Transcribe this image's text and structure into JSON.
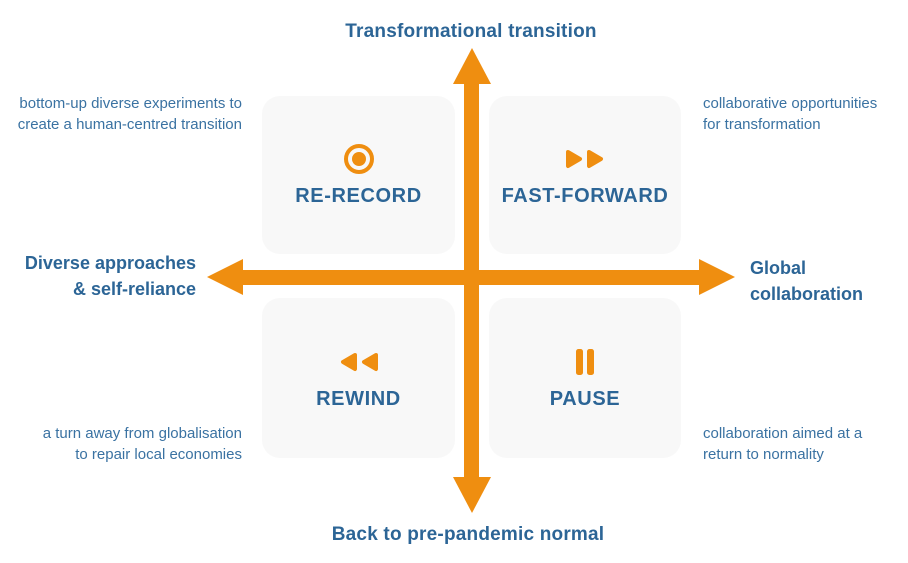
{
  "colors": {
    "orange": "#EF8E10",
    "blue": "#2C6596",
    "blue_light": "#3A72A2",
    "card_bg": "#F8F8F8"
  },
  "axes": {
    "top_label": "Transformational transition",
    "bottom_label": "Back to pre-pandemic normal",
    "left_label_line1": "Diverse approaches",
    "left_label_line2": "& self-reliance",
    "right_label_line1": "Global",
    "right_label_line2": "collaboration"
  },
  "quadrants": {
    "top_left": {
      "label": "RE-RECORD",
      "icon": "record-icon",
      "desc_line1": "bottom-up diverse experiments to",
      "desc_line2": "create a human-centred transition"
    },
    "top_right": {
      "label": "FAST-FORWARD",
      "icon": "fast-forward-icon",
      "desc_line1": "collaborative opportunities",
      "desc_line2": "for transformation"
    },
    "bottom_left": {
      "label": "REWIND",
      "icon": "rewind-icon",
      "desc_line1": "a turn away from globalisation",
      "desc_line2": "to repair local economies"
    },
    "bottom_right": {
      "label": "PAUSE",
      "icon": "pause-icon",
      "desc_line1": "collaboration aimed at a",
      "desc_line2": "return to normality"
    }
  }
}
